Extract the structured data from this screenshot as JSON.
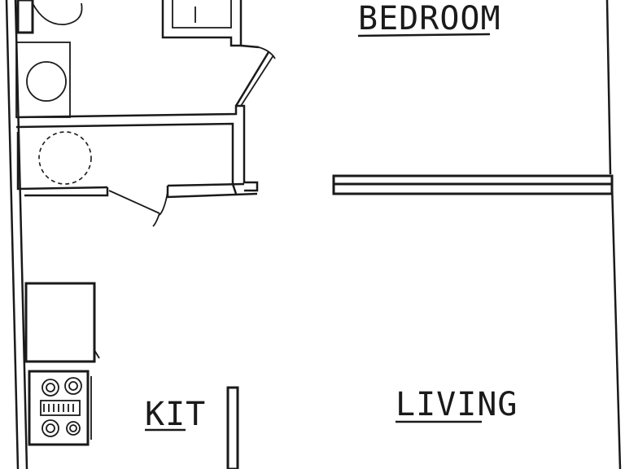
{
  "rooms": {
    "bedroom": "BEDROOM",
    "kitchen": "KIT",
    "living": "LIVING"
  },
  "colors": {
    "ink": "#1a1a1a",
    "paper": "#ffffff"
  }
}
